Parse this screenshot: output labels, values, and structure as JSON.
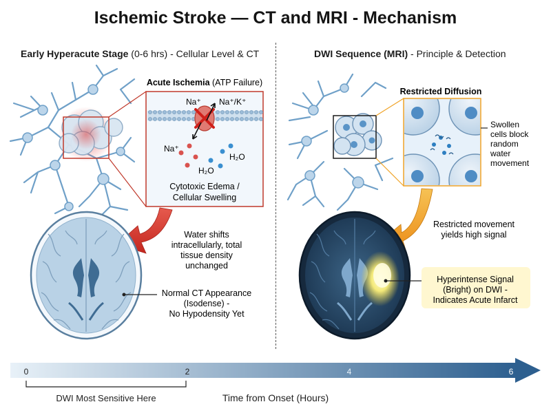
{
  "title": "Ischemic Stroke — CT and MRI - Mechanism",
  "left_panel": {
    "heading_bold": "Early Hyperacute Stage",
    "heading_rest": " (0-6 hrs) - Cellular Level & CT",
    "inset_title_bold": "Acute Ischemia",
    "inset_title_rest": " (ATP Failure)",
    "ion_na_top": "Na⁺",
    "ion_nak": "Na⁺/K⁺",
    "ion_na_left": "Na⁺",
    "ion_h2o_a": "H₂O",
    "ion_h2o_b": "H₂O",
    "edema_line1": "Cytotoxic Edema /",
    "edema_line2": "Cellular Swelling",
    "shift_line1": "Water shifts",
    "shift_line2": "intracellularly, total",
    "shift_line3": "tissue density",
    "shift_line4": "unchanged",
    "ct_line1": "Normal CT Appearance",
    "ct_line2": "(Isodense) -",
    "ct_line3": "No Hypodensity Yet"
  },
  "right_panel": {
    "heading_bold": "DWI Sequence (MRI)",
    "heading_rest": " - Principle & Detection",
    "inset_title": "Restricted Diffusion",
    "swollen_line1": "Swollen",
    "swollen_line2": "cells block",
    "swollen_line3": "random",
    "swollen_line4": "water",
    "swollen_line5": "movement",
    "restricted_line1": "Restricted movement",
    "restricted_line2": "yields high signal",
    "hyper_line1": "Hyperintense Signal",
    "hyper_line2": "(Bright) on DWI -",
    "hyper_line3": "Indicates Acute Infarct"
  },
  "timeline": {
    "ticks": [
      "0",
      "2",
      "4",
      "6"
    ],
    "bracket_label": "DWI Most Sensitive Here",
    "axis_label": "Time from Onset (Hours)"
  },
  "colors": {
    "accent_red": "#d63a33",
    "accent_orange": "#f0a326",
    "timeline_blue": "#2d5f8f",
    "neuron_blue": "#6fa0c8"
  }
}
